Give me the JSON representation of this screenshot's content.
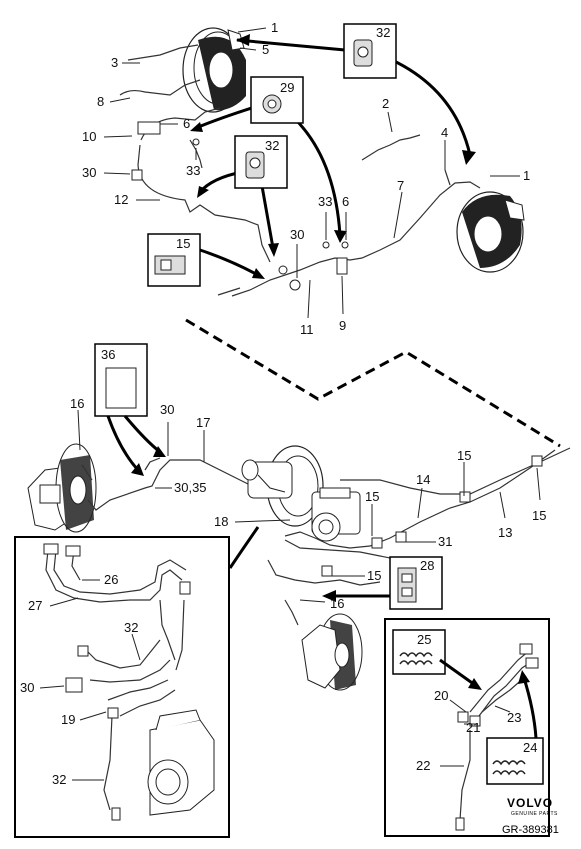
{
  "callouts": {
    "c1a": "1",
    "c5": "5",
    "c3": "3",
    "c8": "8",
    "c6a": "6",
    "c10": "10",
    "c33a": "33",
    "c30a": "30",
    "c12": "12",
    "c2": "2",
    "c4": "4",
    "c1b": "1",
    "c7": "7",
    "c33b": "33",
    "c6b": "6",
    "c30b": "30",
    "c11": "11",
    "c9": "9",
    "c16a": "16",
    "c30c": "30",
    "c17": "17",
    "c3035": "30,35",
    "c18": "18",
    "c15a": "15",
    "c14": "14",
    "c13": "13",
    "c15b": "15",
    "c15c": "15",
    "c31": "31",
    "c15d": "15",
    "c16b": "16",
    "c26": "26",
    "c27": "27",
    "c32c": "32",
    "c30d": "30",
    "c19": "19",
    "c32d": "32",
    "c20": "20",
    "c21": "21",
    "c23": "23",
    "c22": "22"
  },
  "part_boxes": {
    "b32a": "32",
    "b29": "29",
    "b32b": "32",
    "b15": "15",
    "b36": "36",
    "b28": "28",
    "b25": "25",
    "b24": "24"
  },
  "brand": {
    "name": "VOLVO",
    "tagline": "GENUINE PARTS"
  },
  "reference": "GR-389381"
}
